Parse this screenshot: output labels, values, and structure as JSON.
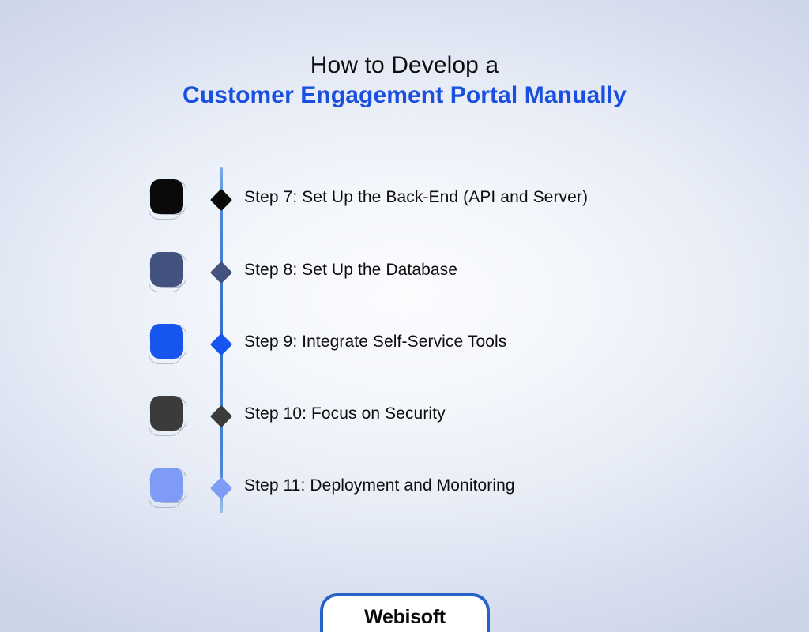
{
  "background": {
    "center_color": "#fbfcfe",
    "edge_color": "#ccd5e8"
  },
  "title": {
    "line1": "How to Develop a",
    "line2": "Customer Engagement Portal Manually",
    "line1_color": "#0d0d0d",
    "line2_color": "#1a4fe0"
  },
  "timeline": {
    "axis_color": "#2f6fcb",
    "steps": [
      {
        "label": "Step 7: Set Up the Back-End (API and Server)",
        "color": "#0a0a0a",
        "icon_name": "rounded-square-icon-step-7"
      },
      {
        "label": "Step 8: Set Up the Database",
        "color": "#44527f",
        "icon_name": "rounded-square-icon-step-8"
      },
      {
        "label": "Step 9: Integrate Self-Service Tools",
        "color": "#1755ef",
        "icon_name": "rounded-square-icon-step-9"
      },
      {
        "label": "Step 10: Focus on Security",
        "color": "#3b3b3b",
        "icon_name": "rounded-square-icon-step-10"
      },
      {
        "label": "Step 11: Deployment and Monitoring",
        "color": "#7e9cf6",
        "icon_name": "rounded-square-icon-step-11"
      }
    ]
  },
  "footer": {
    "logo_text": "Webisoft",
    "logo_border_color": "#2563c9",
    "logo_background": "#ffffff"
  }
}
